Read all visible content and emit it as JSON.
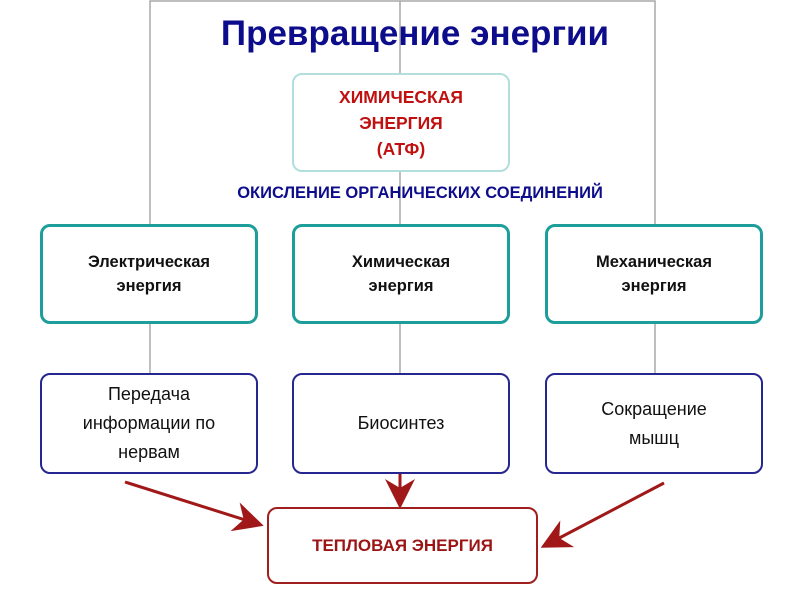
{
  "title": "Превращение энергии",
  "source": {
    "lines": [
      "ХИМИЧЕСКАЯ",
      "ЭНЕРГИЯ",
      "(АТФ)"
    ]
  },
  "process_label": "ОКИСЛЕНИЕ ОРГАНИЧЕСКИХ СОЕДИНЕНИЙ",
  "energy_types": [
    {
      "lines": [
        "Электрическая",
        "энергия"
      ]
    },
    {
      "lines": [
        "Химическая",
        "энергия"
      ]
    },
    {
      "lines": [
        "Механическая",
        "энергия"
      ]
    }
  ],
  "functions": [
    {
      "lines": [
        "Передача",
        "информации по",
        "нервам"
      ]
    },
    {
      "lines": [
        "Биосинтез"
      ]
    },
    {
      "lines": [
        "Сокращение",
        "мышц"
      ]
    }
  ],
  "result": "ТЕПЛОВАЯ ЭНЕРГИЯ",
  "colors": {
    "title": "#0d0d8c",
    "source_text": "#c01010",
    "teal": "#1e9e9a",
    "navy": "#262690",
    "arrow": "#a01818"
  }
}
